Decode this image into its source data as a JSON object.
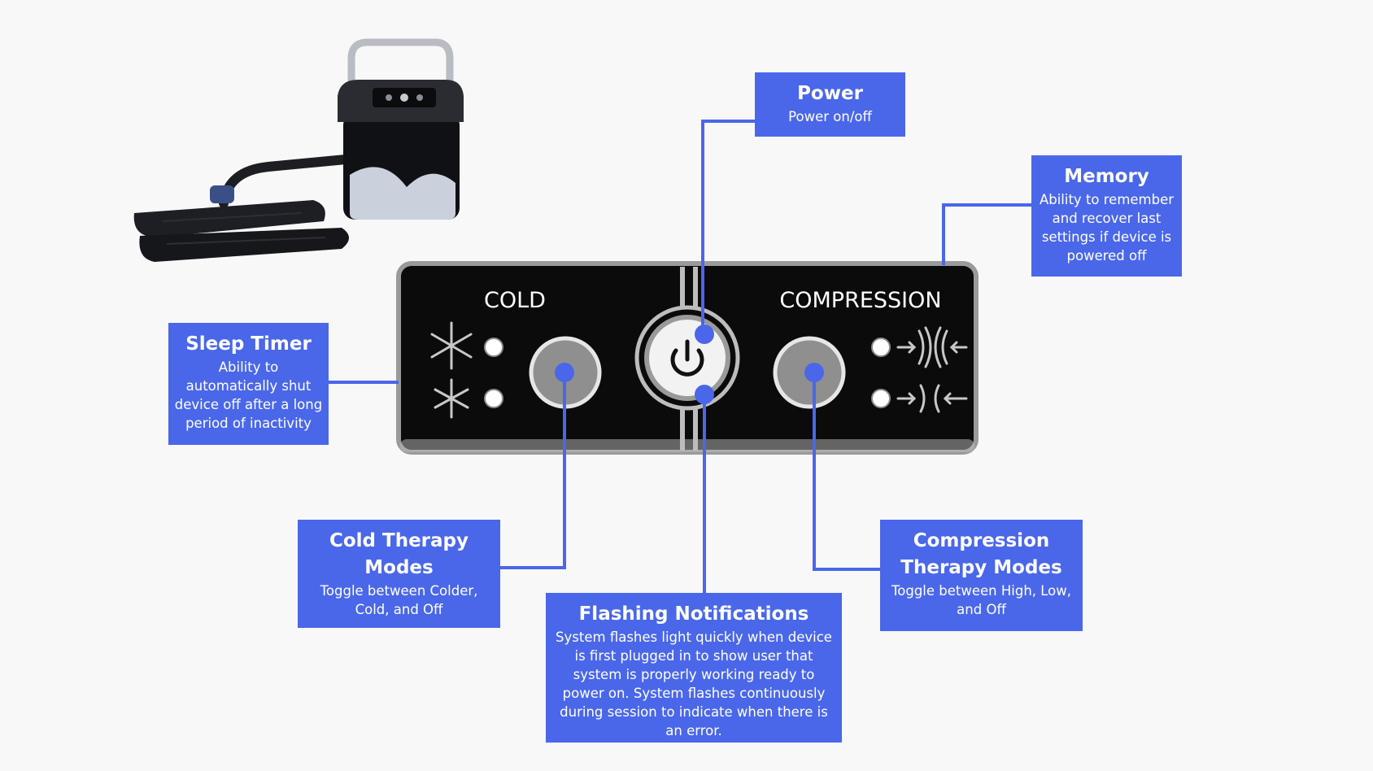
{
  "panel": {
    "cold_label": "COLD",
    "compression_label": "COMPRESSION",
    "icons": [
      "snowflake-icon",
      "power-icon",
      "compression-arrows-icon"
    ]
  },
  "callouts": {
    "power": {
      "title": "Power",
      "desc": "Power on/off"
    },
    "memory": {
      "title": "Memory",
      "desc": "Ability to remember and recover last settings if device is powered off"
    },
    "sleep_timer": {
      "title": "Sleep Timer",
      "desc": "Ability to automatically shut device off after a long period of inactivity"
    },
    "cold_modes": {
      "title": "Cold Therapy Modes",
      "desc": "Toggle between Colder, Cold, and Off"
    },
    "flashing": {
      "title": "Flashing Notifications",
      "desc": "System flashes light quickly when device is first plugged in to show user that system is properly working ready to power on. System flashes continuously during session to indicate when there is an error."
    },
    "compression_modes": {
      "title": "Compression Therapy Modes",
      "desc": "Toggle between High, Low, and Off"
    }
  },
  "colors": {
    "accent": "#4a67ea",
    "panel": "#0b0b0b",
    "background": "#f8f8f8"
  }
}
